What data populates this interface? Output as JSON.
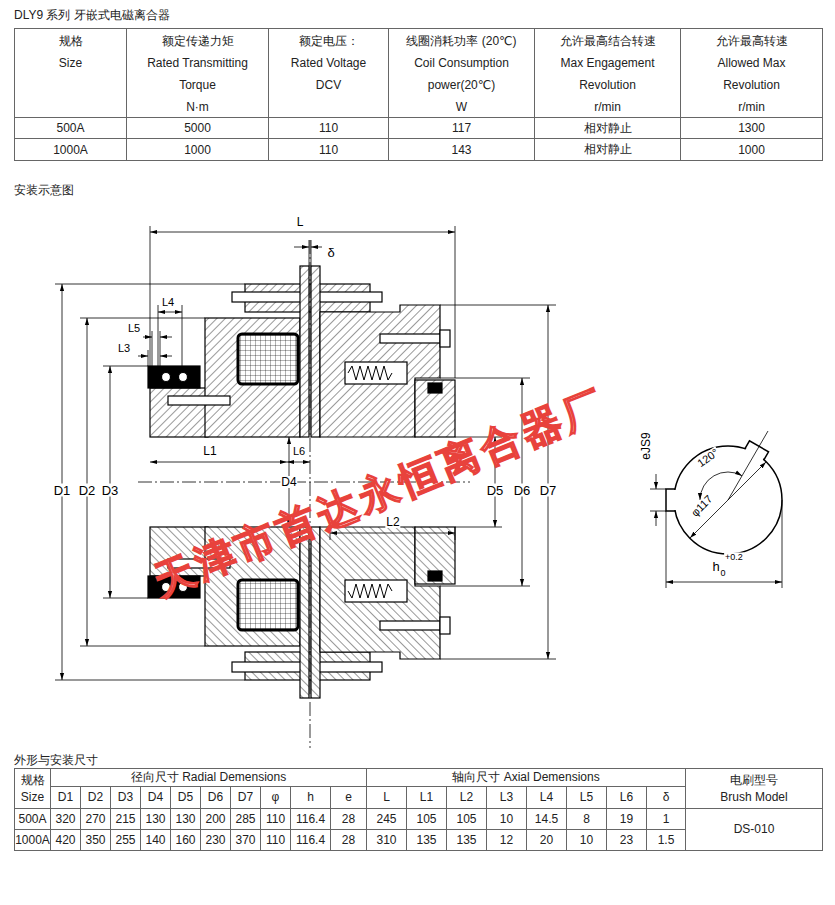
{
  "diagram": {
    "title": "DLY9 系列 牙嵌式电磁离合器",
    "labels": [
      "规格",
      "Size",
      "额定传递力矩",
      "Rated Transmitting Torque",
      "N·m",
      "额定电压：",
      "Rated Voltage",
      "DCV",
      "线圈消耗功率 (20℃)",
      "Coil Consumption power(20℃)",
      "W",
      "允许最高结合转速",
      "Max Engagement Revolution",
      "r/min",
      "允许最高转速",
      "Allowed Max Revolution",
      "r/min",
      "500A",
      "5000",
      "110",
      "117",
      "相对静止",
      "1300",
      "1000A",
      "1000",
      "110",
      "143",
      "相对静止",
      "1000",
      "安装示意图",
      "L",
      "δ",
      "L4",
      "L5",
      "L3",
      "L1",
      "L6",
      "D1",
      "D2",
      "D3",
      "D4",
      "D5",
      "D6",
      "D7",
      "L2",
      "eJS9",
      "120°",
      "φ117",
      "h",
      "0",
      "+0.2",
      "天津市首达永恒离合器厂",
      "外形与安装尺寸",
      "规格",
      "Size",
      "径向尺寸 Radial Demensions",
      "轴向尺寸 Axial Demensions",
      "电刷型号",
      "Brush Model",
      "D1",
      "D2",
      "D3",
      "D4",
      "D5",
      "D6",
      "D7",
      "φ",
      "h",
      "e",
      "L",
      "L1",
      "L2",
      "L3",
      "L4",
      "L5",
      "L6",
      "δ",
      "500A",
      "320",
      "270",
      "215",
      "130",
      "130",
      "200",
      "285",
      "110",
      "116.4",
      "28",
      "245",
      "105",
      "105",
      "10",
      "14.5",
      "8",
      "19",
      "1",
      "DS-010",
      "1000A",
      "420",
      "350",
      "255",
      "140",
      "160",
      "230",
      "370",
      "110",
      "116.4",
      "28",
      "310",
      "135",
      "135",
      "12",
      "20",
      "10",
      "23",
      "1.5"
    ]
  }
}
